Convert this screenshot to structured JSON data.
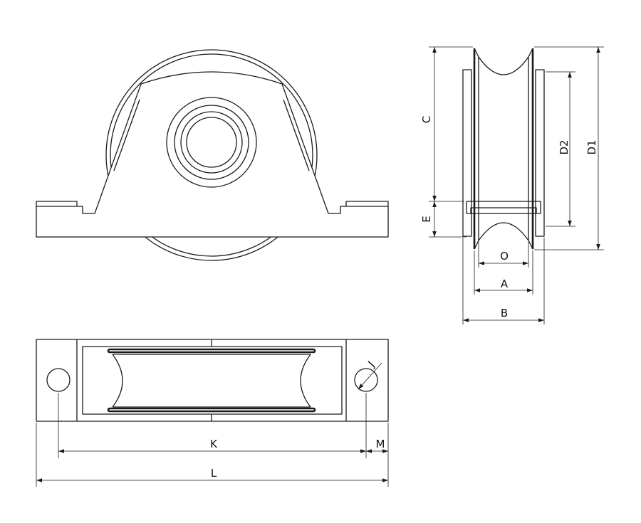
{
  "dimensions": {
    "C": "C",
    "E": "E",
    "D2": "D2",
    "D1": "D1",
    "O": "O",
    "A": "A",
    "B": "B",
    "J": "J",
    "K": "K",
    "M": "M",
    "L": "L"
  },
  "colors": {
    "line": "#1a1a1a",
    "background": "#ffffff"
  }
}
